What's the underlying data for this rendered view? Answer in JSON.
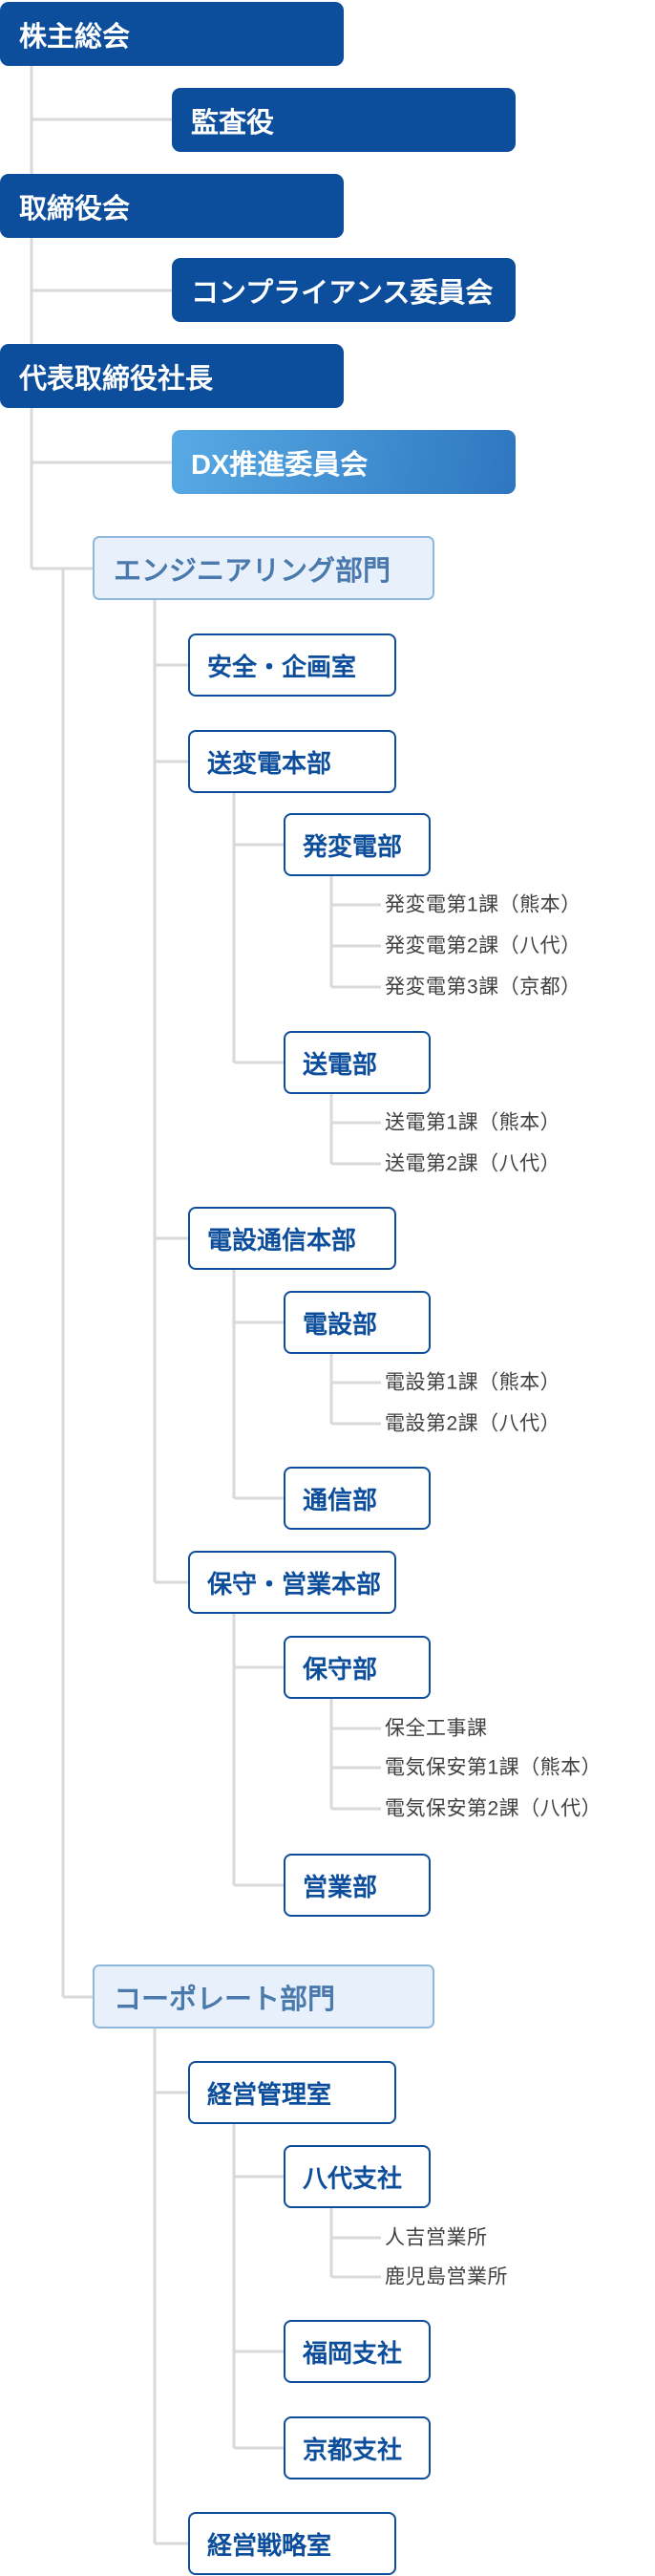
{
  "colors": {
    "primary": "#0d4e9c",
    "grad_start": "#58aae4",
    "grad_end": "#2e77c0",
    "div_fill": "#e8f1fb",
    "div_border": "#8fb8dc",
    "div_text": "#4a7aad",
    "leaf_text": "#404040",
    "connector": "#d9d9d9"
  },
  "governance": {
    "shareholders": "株主総会",
    "auditor": "監査役",
    "board": "取締役会",
    "compliance": "コンプライアンス委員会",
    "president": "代表取締役社長",
    "dx_committee": "DX推進委員会"
  },
  "engineering": {
    "label": "エンジニアリング部門",
    "safety_planning": "安全・企画室",
    "transmission_hq": {
      "label": "送変電本部",
      "power_dept": {
        "label": "発変電部",
        "sections": [
          "発変電第1課（熊本）",
          "発変電第2課（八代）",
          "発変電第3課（京都）"
        ]
      },
      "line_dept": {
        "label": "送電部",
        "sections": [
          "送電第1課（熊本）",
          "送電第2課（八代）"
        ]
      }
    },
    "telecom_hq": {
      "label": "電設通信本部",
      "electrical_dept": {
        "label": "電設部",
        "sections": [
          "電設第1課（熊本）",
          "電設第2課（八代）"
        ]
      },
      "comm_dept": {
        "label": "通信部"
      }
    },
    "maintenance_sales_hq": {
      "label": "保守・営業本部",
      "maintenance_dept": {
        "label": "保守部",
        "sections": [
          "保全工事課",
          "電気保安第1課（熊本）",
          "電気保安第2課（八代）"
        ]
      },
      "sales_dept": {
        "label": "営業部"
      }
    }
  },
  "corporate": {
    "label": "コーポレート部門",
    "management_office": {
      "label": "経営管理室",
      "yatsushiro_branch": {
        "label": "八代支社",
        "sections": [
          "人吉営業所",
          "鹿児島営業所"
        ]
      },
      "fukuoka_branch": "福岡支社",
      "kyoto_branch": "京都支社"
    },
    "strategy_office": "経営戦略室"
  }
}
